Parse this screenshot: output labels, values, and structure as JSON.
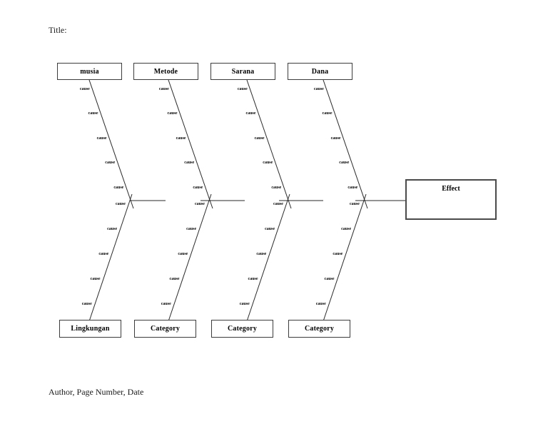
{
  "page": {
    "title_label": "Title:",
    "footer": "Author, Page Number, Date",
    "background_color": "#ffffff",
    "line_color": "#2a2a2a",
    "text_color": "#111111"
  },
  "diagram": {
    "type": "fishbone",
    "effect_label": "Effect",
    "bones": [
      {
        "top_label": "musia",
        "bottom_label": "Lingkungan",
        "top_causes": [
          "cause",
          "cause",
          "cause",
          "cause",
          "cause"
        ],
        "bottom_causes": [
          "cause",
          "cause",
          "cause",
          "cause",
          "cause"
        ]
      },
      {
        "top_label": "Metode",
        "bottom_label": "Category",
        "top_causes": [
          "cause",
          "cause",
          "cause",
          "cause",
          "cause"
        ],
        "bottom_causes": [
          "cause",
          "cause",
          "cause",
          "cause",
          "cause"
        ]
      },
      {
        "top_label": "Sarana",
        "bottom_label": "Category",
        "top_causes": [
          "cause",
          "cause",
          "cause",
          "cause",
          "cause"
        ],
        "bottom_causes": [
          "cause",
          "cause",
          "cause",
          "cause",
          "cause"
        ]
      },
      {
        "top_label": "Dana",
        "bottom_label": "Category",
        "top_causes": [
          "cause",
          "cause",
          "cause",
          "cause",
          "cause"
        ],
        "bottom_causes": [
          "cause",
          "cause",
          "cause",
          "cause",
          "cause"
        ]
      }
    ]
  }
}
